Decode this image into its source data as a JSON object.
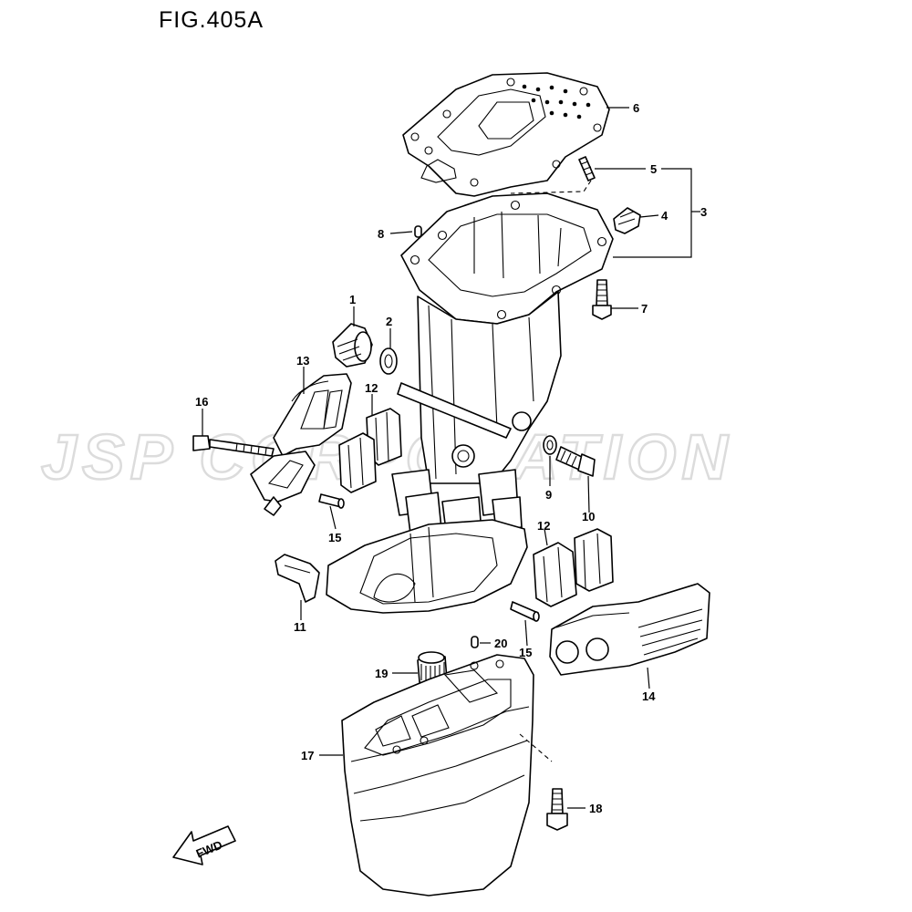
{
  "figure": {
    "title": "FIG.405A"
  },
  "watermark": {
    "text": "JSP CORPORATION"
  },
  "orientation": {
    "arrow_label": "FWD"
  },
  "callouts": [
    {
      "id": "c1",
      "label": "1"
    },
    {
      "id": "c2",
      "label": "2"
    },
    {
      "id": "c3",
      "label": "3"
    },
    {
      "id": "c4",
      "label": "4"
    },
    {
      "id": "c5",
      "label": "5"
    },
    {
      "id": "c6",
      "label": "6"
    },
    {
      "id": "c7",
      "label": "7"
    },
    {
      "id": "c8",
      "label": "8"
    },
    {
      "id": "c9",
      "label": "9"
    },
    {
      "id": "c10",
      "label": "10"
    },
    {
      "id": "c11",
      "label": "11"
    },
    {
      "id": "c12a",
      "label": "12"
    },
    {
      "id": "c12b",
      "label": "12"
    },
    {
      "id": "c13",
      "label": "13"
    },
    {
      "id": "c14",
      "label": "14"
    },
    {
      "id": "c15a",
      "label": "15"
    },
    {
      "id": "c15b",
      "label": "15"
    },
    {
      "id": "c16",
      "label": "16"
    },
    {
      "id": "c17",
      "label": "17"
    },
    {
      "id": "c18",
      "label": "18"
    },
    {
      "id": "c19",
      "label": "19"
    },
    {
      "id": "c20",
      "label": "20"
    }
  ],
  "colors": {
    "line": "#000000",
    "background": "#ffffff",
    "watermark": "#dcdcdc"
  }
}
